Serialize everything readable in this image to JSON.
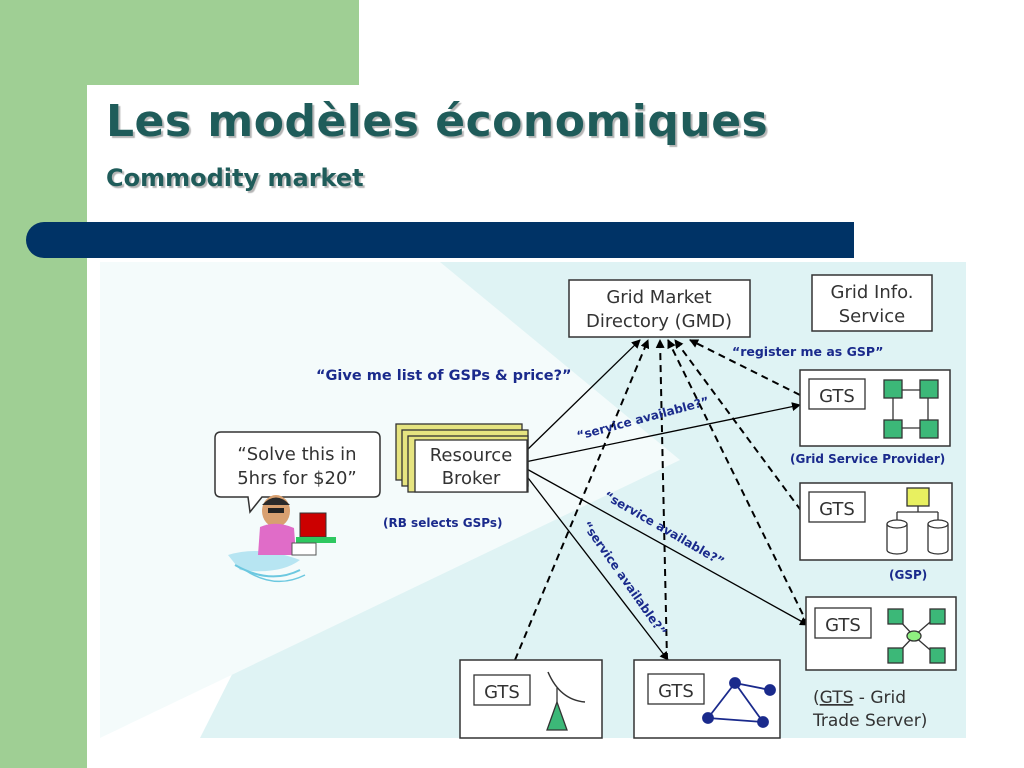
{
  "slide": {
    "title": "Les modèles économiques",
    "subtitle": "Commodity market"
  },
  "diagram": {
    "gmd_line1": "Grid Market",
    "gmd_line2": "Directory (GMD)",
    "gis_line1": "Grid Info.",
    "gis_line2": "Service",
    "register_label": "“register me as GSP”",
    "give_label": "“Give me list of GSPs & price?”",
    "service_label_1": "“service available?”",
    "service_label_2": "“service available?”",
    "service_label_3": "“service available?”",
    "bubble_line1": "“Solve this in",
    "bubble_line2": "5hrs for $20”",
    "rb_line1": "Resource",
    "rb_line2": "Broker",
    "rb_caption": "(RB selects GSPs)",
    "gts_label": "GTS",
    "gsp1_caption": "(Grid Service Provider)",
    "gsp2_caption": "(GSP)",
    "legend_gts": "GTS",
    "legend_rest": " - Grid",
    "legend_line2": "Trade Server)",
    "legend_open": "("
  },
  "colors": {
    "title": "#1f5c5a",
    "navy": "#003366",
    "green": "#9fcf94",
    "diagram_bg": "#dff3f4",
    "label_blue": "#1a2a8c",
    "node_green": "#3cb878"
  }
}
